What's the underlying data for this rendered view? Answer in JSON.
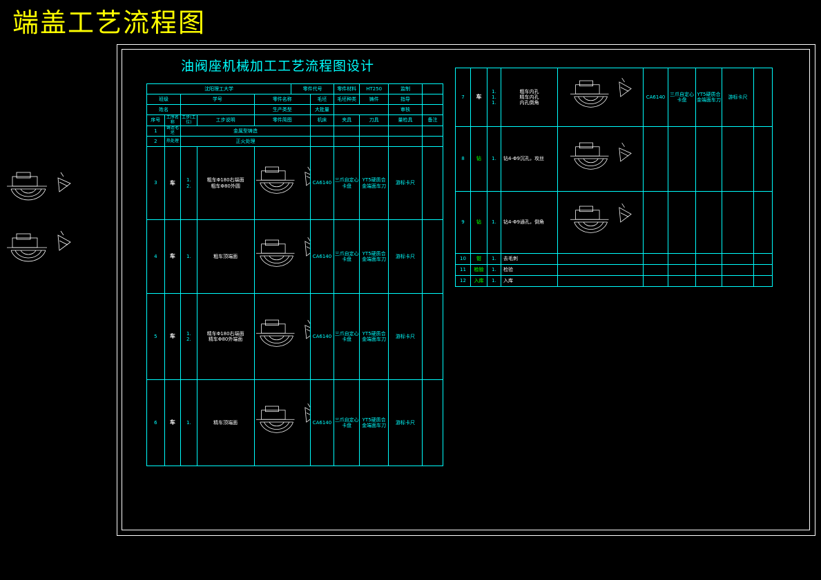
{
  "title": "端盖工艺流程图",
  "subtitle": "油阀座机械加工工艺流程图设计",
  "header": {
    "school": "沈阳理工大学",
    "part_code_label": "零件代号",
    "material_label": "零件材料",
    "material": "HT250",
    "sign_label": "监制",
    "class_label": "班级",
    "student_id_label": "学号",
    "part_name_label": "零件名称",
    "blank_label": "毛坯",
    "blank_type": "毛坯种类",
    "casting": "铸件",
    "advisor_label": "指导",
    "name_label": "姓名",
    "production_label": "生产类型",
    "production": "大批量",
    "review_label": "审核"
  },
  "columns": [
    "序号",
    "工序名称",
    "工步",
    "工步说明",
    "零件简图",
    "机床",
    "夹具",
    "刀具",
    "量检具",
    "备注"
  ],
  "col_labels": {
    "process_name": "工序名称",
    "step_no": "工步(工位)"
  },
  "rows_left": [
    {
      "no": "1",
      "name": "铸造毛坯",
      "desc": "金属型铸造"
    },
    {
      "no": "2",
      "name": "热处理",
      "desc": "正火处理"
    },
    {
      "no": "3",
      "name": "车",
      "steps": [
        {
          "n": "1.",
          "t": "粗车Φ180右端面"
        },
        {
          "n": "2.",
          "t": "粗车Φ80外圆"
        }
      ],
      "machine": "CA6140",
      "fixture": "三爪自定心卡盘",
      "tool": "YT5硬质合金端面车刀",
      "gauge": "游标卡尺"
    },
    {
      "no": "4",
      "name": "车",
      "steps": [
        {
          "n": "1.",
          "t": "粗车顶端面"
        }
      ],
      "machine": "CA6140",
      "fixture": "三爪自定心卡盘",
      "tool": "YT5硬质合金端面车刀",
      "gauge": "游标卡尺"
    },
    {
      "no": "5",
      "name": "车",
      "steps": [
        {
          "n": "1.",
          "t": "精车Φ180右端面"
        },
        {
          "n": "2.",
          "t": "精车Φ80外端面"
        }
      ],
      "machine": "CA6140",
      "fixture": "三爪自定心卡盘",
      "tool": "YT5硬质合金端面车刀",
      "gauge": "游标卡尺"
    },
    {
      "no": "6",
      "name": "车",
      "steps": [
        {
          "n": "1.",
          "t": "精车顶端面"
        }
      ],
      "machine": "CA6140",
      "fixture": "三爪自定心卡盘",
      "tool": "YT5硬质合金端面车刀",
      "gauge": "游标卡尺"
    }
  ],
  "rows_right": [
    {
      "no": "7",
      "name": "车",
      "steps": [
        {
          "n": "1.",
          "t": "粗车内孔"
        },
        {
          "n": "1.",
          "t": "精车内孔"
        },
        {
          "n": "1.",
          "t": "内孔倒角"
        }
      ],
      "machine": "CA6140",
      "fixture": "三爪自定心卡盘",
      "tool": "YT5硬质合金端面车刀",
      "gauge": "游标卡尺"
    },
    {
      "no": "8",
      "name": "钻",
      "steps": [
        {
          "n": "1.",
          "t": "钻4-Φ9沉孔，攻丝"
        }
      ]
    },
    {
      "no": "9",
      "name": "钻",
      "steps": [
        {
          "n": "1.",
          "t": "钻4-Φ9通孔，倒角"
        }
      ]
    },
    {
      "no": "10",
      "name": "钳",
      "steps": [
        {
          "n": "1.",
          "t": "去毛刺"
        }
      ]
    },
    {
      "no": "11",
      "name": "检验",
      "steps": [
        {
          "n": "1.",
          "t": "检验"
        }
      ]
    },
    {
      "no": "12",
      "name": "入库",
      "steps": [
        {
          "n": "1.",
          "t": "入库"
        }
      ]
    }
  ],
  "colors": {
    "background": "#000000",
    "lines": "#00ffff",
    "title": "#ffff00",
    "drawing": "#ffffff",
    "operation_green": "#00c000"
  },
  "icons": [
    "part-sketch-icon"
  ]
}
